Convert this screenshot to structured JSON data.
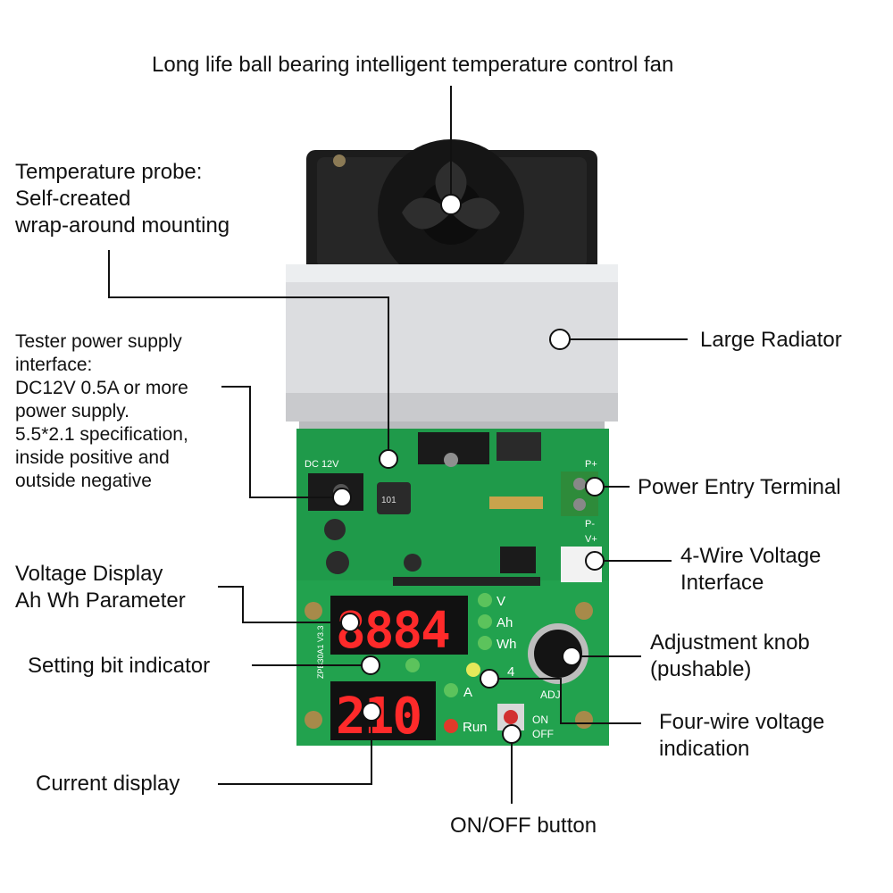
{
  "callouts": {
    "fan": "Long life ball bearing intelligent temperature control fan",
    "probe": "Temperature probe:\nSelf-created\nwrap-around mounting",
    "power_supply": "Tester power supply\ninterface:\nDC12V 0.5A or more\npower supply.\n5.5*2.1 specification,\ninside positive and\noutside negative",
    "radiator": "Large Radiator",
    "power_terminal": "Power Entry Terminal",
    "four_wire": "4-Wire Voltage\nInterface",
    "voltage_display": "Voltage Display\nAh Wh Parameter",
    "knob": "Adjustment knob\n(pushable)",
    "setting_bit": "Setting bit indicator",
    "four_wire_indication": "Four-wire voltage\nindication",
    "current_display": "Current display",
    "onoff": "ON/OFF button"
  },
  "board": {
    "silk_dc": "DC 12V",
    "silk_pplus": "P+",
    "silk_pminus": "P-",
    "silk_vplus": "V+",
    "silk_model": "ZPB30A1 V3.3",
    "inductor_code": "101",
    "top_display": "8884",
    "bottom_display": "210",
    "led_v": "V",
    "led_ah": "Ah",
    "led_wh": "Wh",
    "led_4": "4",
    "led_a": "A",
    "run": "Run",
    "on": "ON",
    "off": "OFF",
    "adj": "ADJ"
  },
  "colors": {
    "pcb": "#1f9a4a",
    "display_red": "#ff2a2a",
    "fan": "#1c1c1c",
    "heatsink": "#dcdde0"
  }
}
